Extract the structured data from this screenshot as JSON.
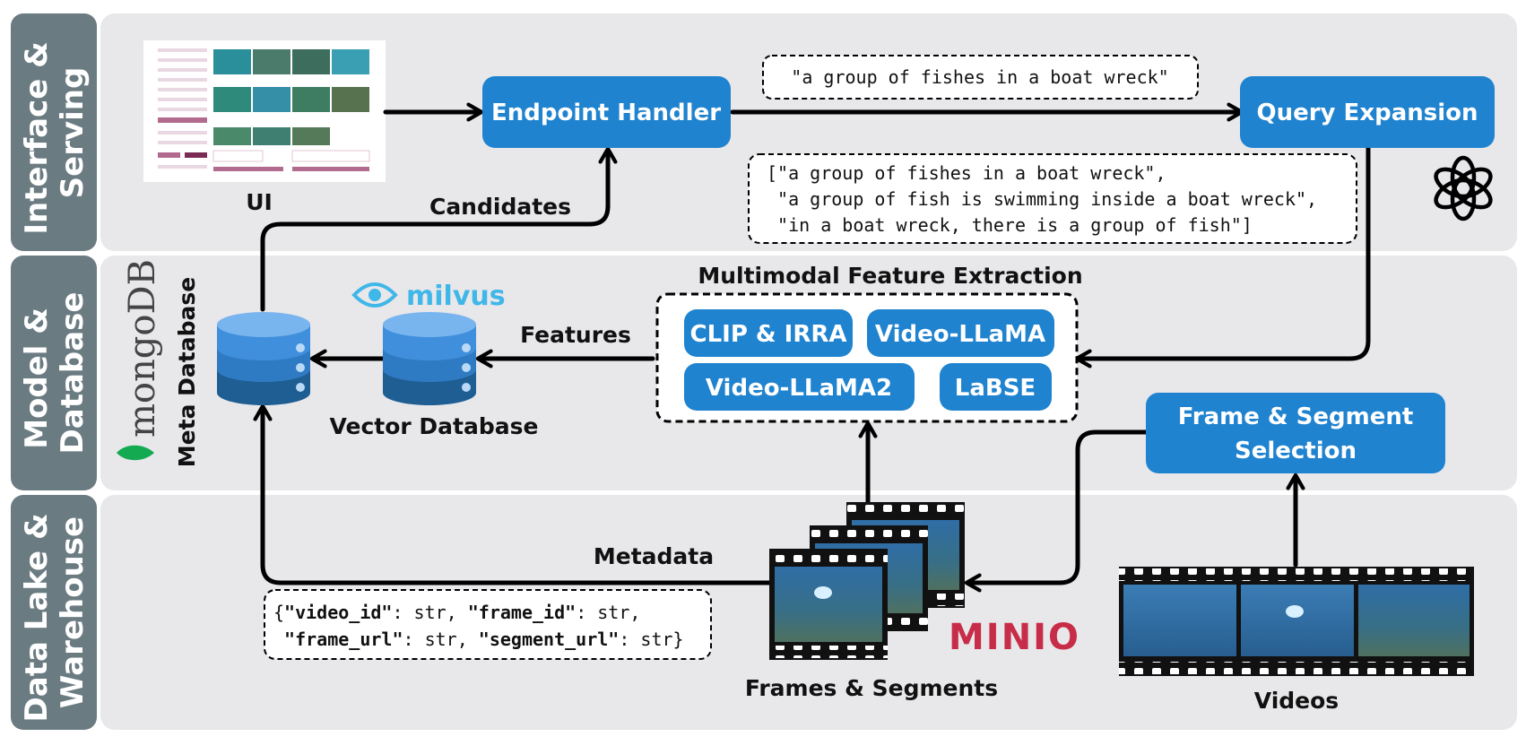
{
  "lanes": {
    "interface": "Interface & Serving",
    "interface_lines": [
      "Interface &",
      "Serving"
    ],
    "model": "Model & Database",
    "model_lines": [
      "Model &",
      "Database"
    ],
    "datalake": "Data Lake & Warehouse",
    "datalake_lines": [
      "Data Lake &",
      "Warehouse"
    ]
  },
  "nodes": {
    "ui_label": "UI",
    "endpoint_handler": "Endpoint Handler",
    "query_expansion": "Query Expansion",
    "meta_database": "Meta Database",
    "vector_database": "Vector Database",
    "feature_extraction_title": "Multimodal Feature Extraction",
    "models": [
      "CLIP & IRRA",
      "Video-LLaMA",
      "Video-LLaMA2",
      "LaBSE"
    ],
    "frame_segment_selection": "Frame & Segment Selection",
    "frame_segment_lines": [
      "Frame & Segment",
      "Selection"
    ],
    "frames_segments": "Frames & Segments",
    "videos": "Videos"
  },
  "edge_labels": {
    "candidates": "Candidates",
    "features": "Features",
    "metadata": "Metadata"
  },
  "query": "\"a group of fishes in a boat wreck\"",
  "expanded_queries": [
    "[\"a group of fishes in a boat wreck\",",
    " \"a group of fish is swimming inside a boat wreck\",",
    " \"in a boat wreck, there is a group of fish\"]"
  ],
  "metadata_schema": {
    "line1": [
      {
        "text": "{",
        "bold": false
      },
      {
        "text": "\"video_id\"",
        "bold": true
      },
      {
        "text": ": str, ",
        "bold": false
      },
      {
        "text": "\"frame_id\"",
        "bold": true
      },
      {
        "text": ": str,",
        "bold": false
      }
    ],
    "line2": [
      {
        "text": " \"frame_url\"",
        "bold": true
      },
      {
        "text": ": str, ",
        "bold": false
      },
      {
        "text": "\"segment_url\"",
        "bold": true
      },
      {
        "text": ": str}",
        "bold": false
      }
    ]
  },
  "logos": {
    "milvus": "milvus",
    "mongodb": "mongoDB",
    "minio": "MINIO",
    "openai_icon": "openai-icon"
  },
  "colors": {
    "lane_header": "#6b7b82",
    "lane_bg": "#e8e7ea",
    "box_blue": "#1f83cf",
    "db_blue": "#3f8fdc",
    "db_dark": "#1e5e93",
    "milvus": "#3fb7e8",
    "minio": "#c72c48",
    "mongo_leaf": "#13aa52",
    "water": "#2f6ea6"
  }
}
